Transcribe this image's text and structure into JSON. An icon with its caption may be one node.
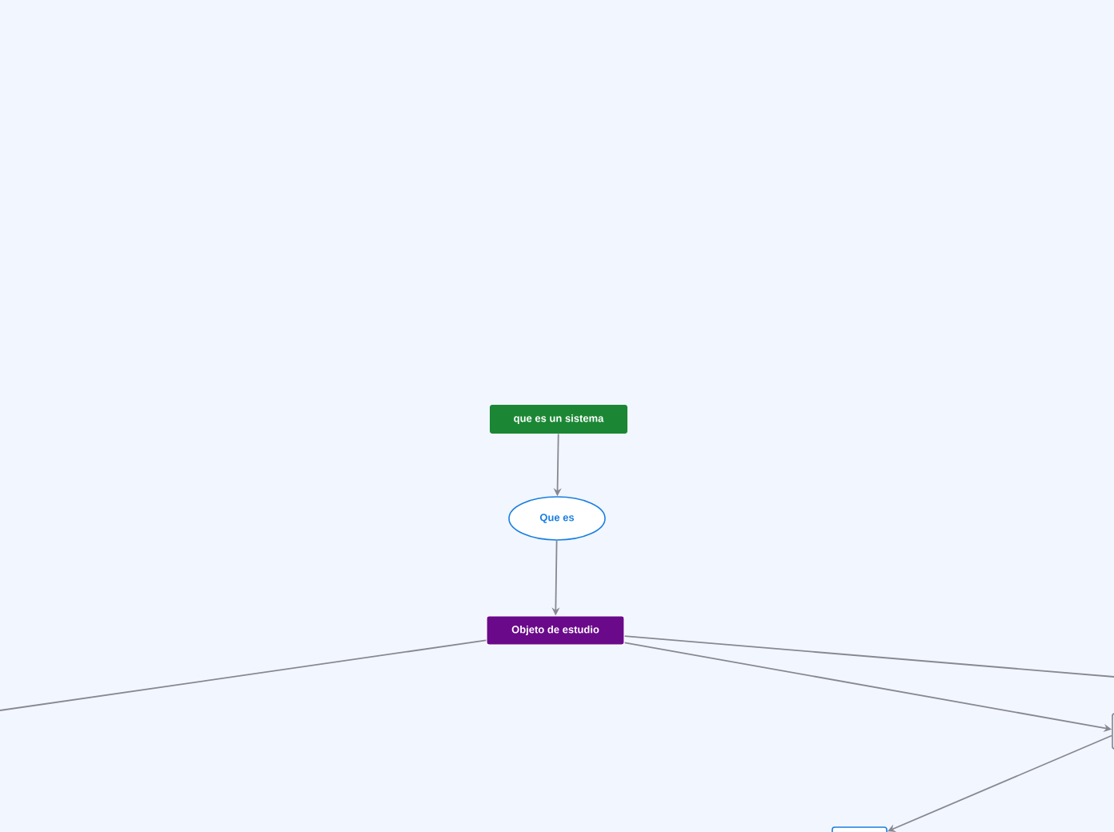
{
  "diagram": {
    "nodes": [
      {
        "text": [
          "que es un sistema"
        ]
      },
      {
        "text": [
          "Que es"
        ]
      },
      {
        "text": [
          "Objeto de estudio"
        ]
      },
      {
        "text": [],
        "shape": "box"
      },
      {
        "text": [],
        "shape": "box"
      }
    ],
    "edges": [
      {
        "from": 0,
        "to": 1,
        "arrow": "to"
      },
      {
        "from": 1,
        "to": 2,
        "arrow": "to"
      },
      {
        "from": 2,
        "to": null,
        "arrow": "none"
      },
      {
        "from": 2,
        "to": null,
        "arrow": "none"
      },
      {
        "from": 2,
        "to": 3,
        "arrow": "to"
      },
      {
        "from": 3,
        "to": 4,
        "arrow": "to"
      }
    ]
  }
}
